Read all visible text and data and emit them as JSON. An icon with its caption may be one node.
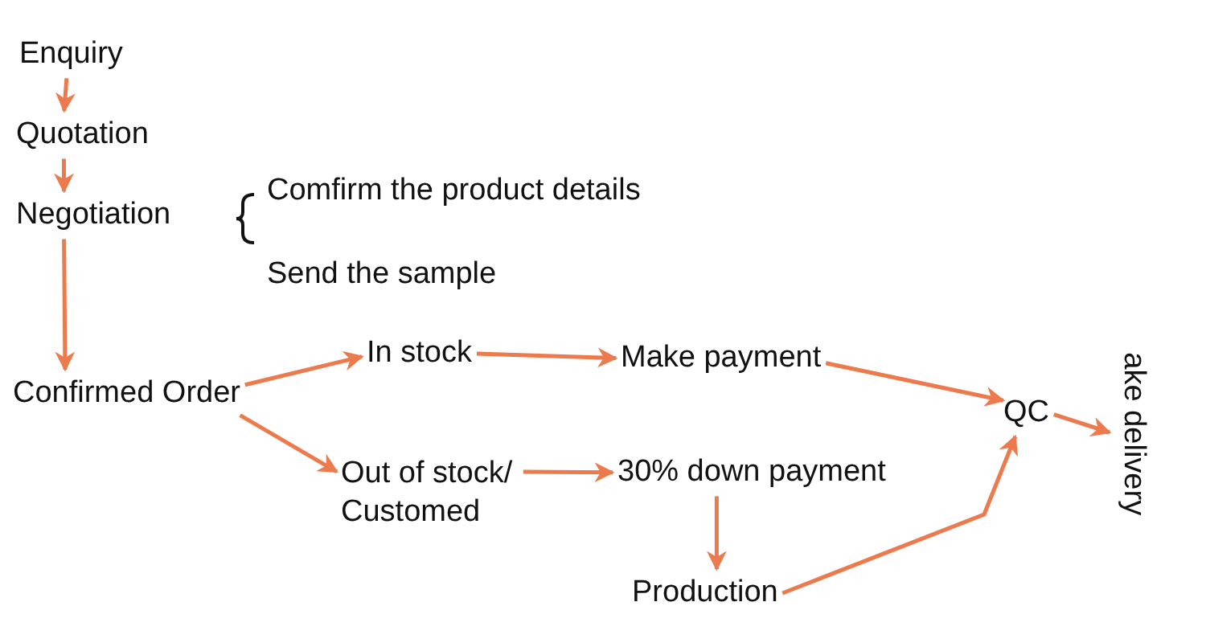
{
  "diagram": {
    "nodes": [
      {
        "text": [
          "Enquiry"
        ]
      },
      {
        "text": [
          "Quotation"
        ]
      },
      {
        "text": [
          "Negotiation"
        ]
      },
      {
        "text": [
          "Comfirm the product details"
        ]
      },
      {
        "text": [
          "Send the sample"
        ]
      },
      {
        "text": [
          "Confirmed Order"
        ]
      },
      {
        "text": [
          "In stock"
        ]
      },
      {
        "text": [
          "Make payment"
        ]
      },
      {
        "text": [
          "Out of stock/ Customed"
        ]
      },
      {
        "text": [
          "30% down payment"
        ]
      },
      {
        "text": [
          "Production"
        ]
      },
      {
        "text": [
          "QC"
        ]
      },
      {
        "text": [
          "ake delivery"
        ]
      }
    ],
    "edges": [
      {
        "from": 0,
        "to": 1,
        "arrow": "to"
      },
      {
        "from": 1,
        "to": 2,
        "arrow": "to"
      },
      {
        "from": 2,
        "to": 5,
        "arrow": "to"
      },
      {
        "from": 5,
        "to": 6,
        "arrow": "to"
      },
      {
        "from": 5,
        "to": 8,
        "arrow": "to"
      },
      {
        "from": 6,
        "to": 7,
        "arrow": "to"
      },
      {
        "from": 7,
        "to": 11,
        "arrow": "to"
      },
      {
        "from": 8,
        "to": 9,
        "arrow": "to"
      },
      {
        "from": 9,
        "to": 10,
        "arrow": "to"
      },
      {
        "from": 10,
        "to": 11,
        "arrow": "to"
      },
      {
        "from": 11,
        "to": 12,
        "arrow": "to"
      }
    ]
  }
}
